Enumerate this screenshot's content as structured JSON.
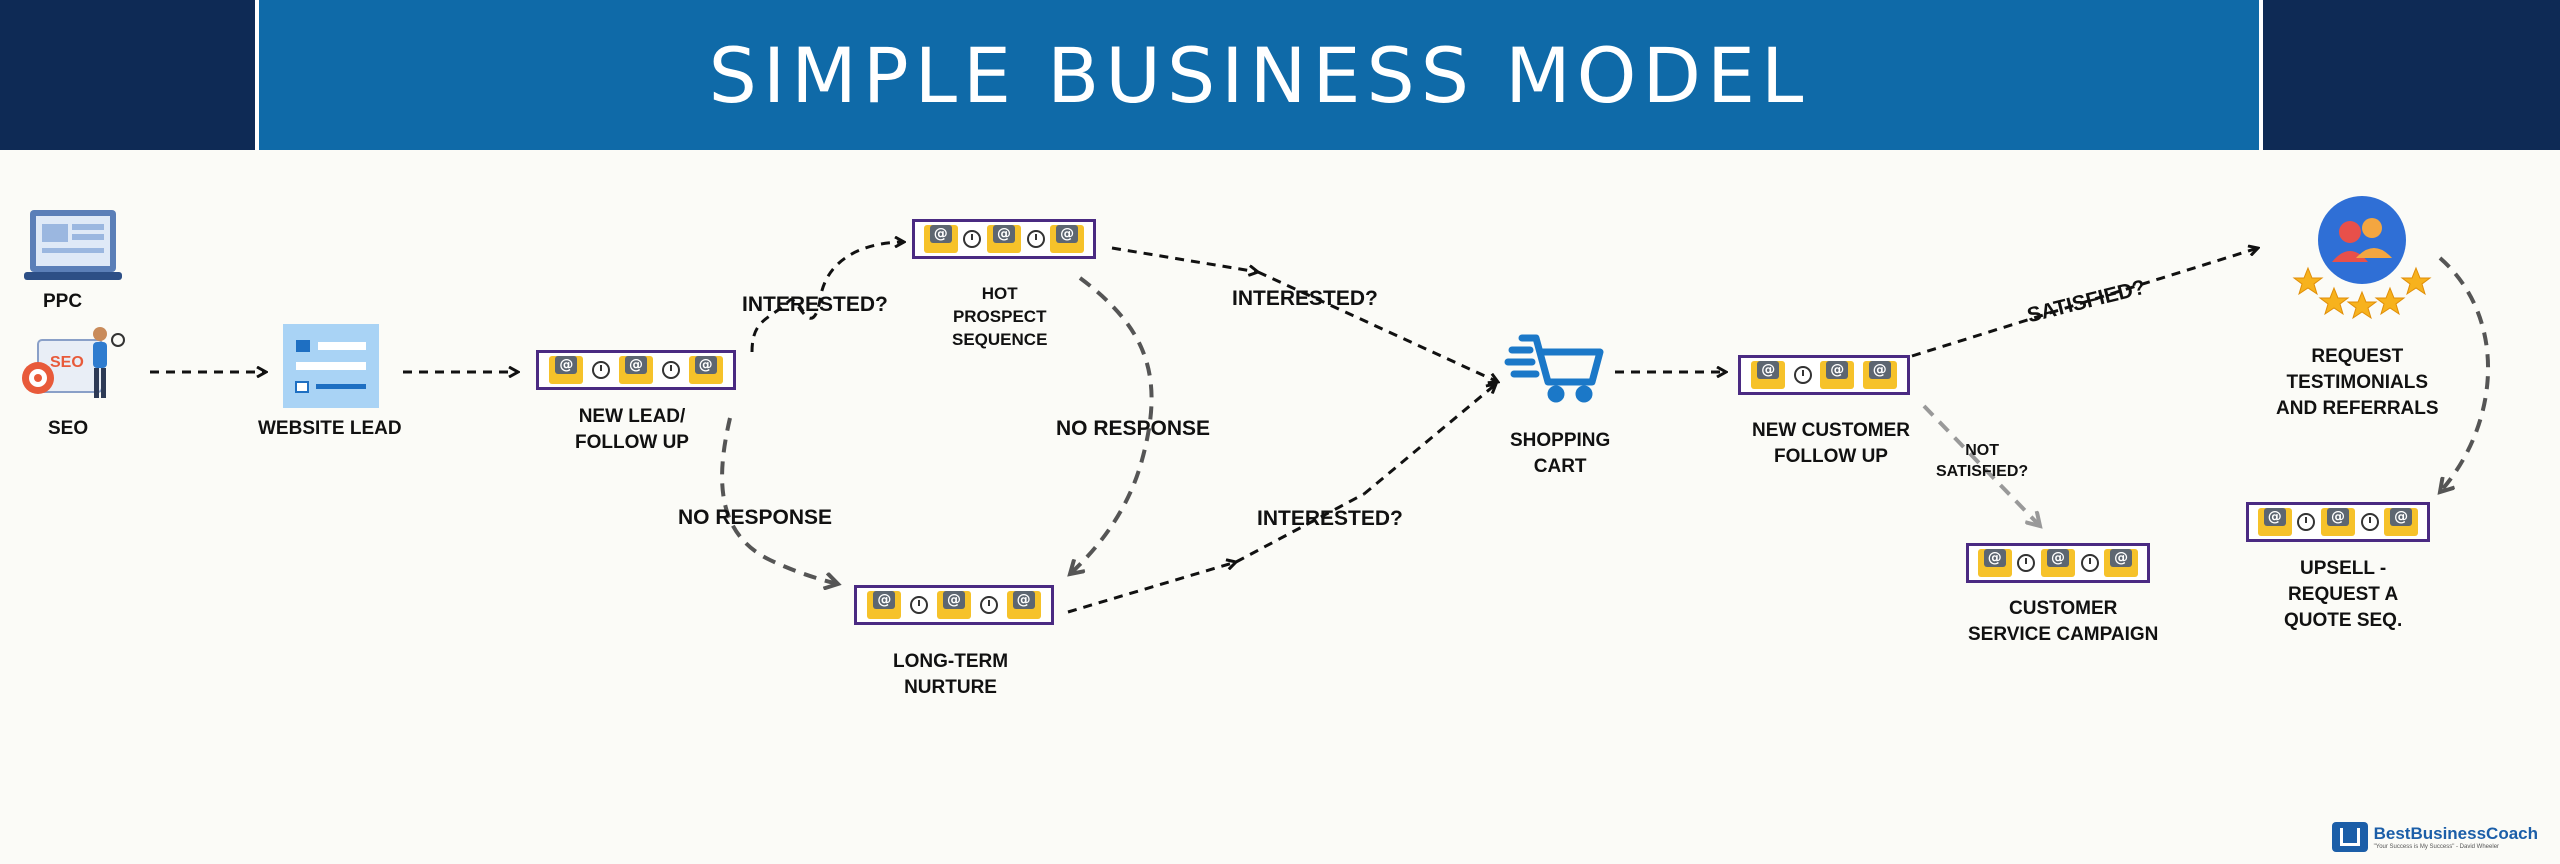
{
  "title": "SIMPLE BUSINESS MODEL",
  "nodes": {
    "ppc": "PPC",
    "seo": "SEO",
    "seo_badge": "SEO",
    "website_lead": "WEBSITE LEAD",
    "new_lead": [
      "NEW LEAD/",
      "FOLLOW UP"
    ],
    "hot_prospect": [
      "HOT",
      "PROSPECT",
      "SEQUENCE"
    ],
    "long_term": [
      "LONG-TERM",
      "NURTURE"
    ],
    "shopping_cart": [
      "SHOPPING",
      "CART"
    ],
    "new_customer": [
      "NEW CUSTOMER",
      "FOLLOW UP"
    ],
    "customer_service": [
      "CUSTOMER",
      "SERVICE CAMPAIGN"
    ],
    "testimonials": [
      "REQUEST",
      "TESTIMONIALS",
      "AND REFERRALS"
    ],
    "upsell": [
      "UPSELL -",
      "REQUEST A",
      "QUOTE SEQ."
    ]
  },
  "edges": {
    "interested_1": "INTERESTED?",
    "interested_2": "INTERESTED?",
    "interested_3": "INTERESTED?",
    "no_response_1": "NO RESPONSE",
    "no_response_2": "NO RESPONSE",
    "satisfied": "SATISFIED?",
    "not_satisfied": [
      "NOT",
      "SATISFIED?"
    ]
  },
  "email_strip_glyph": "@",
  "logo": {
    "name": "BestBusinessCoach",
    "tagline": "\"Your Success is My Success\" - David Wheeler"
  },
  "colors": {
    "header_dark": "#0e2a55",
    "header_blue": "#0f6aa8",
    "strip_border": "#4a2a82",
    "envelope": "#f6c22a",
    "cart_blue": "#1b78c8"
  }
}
